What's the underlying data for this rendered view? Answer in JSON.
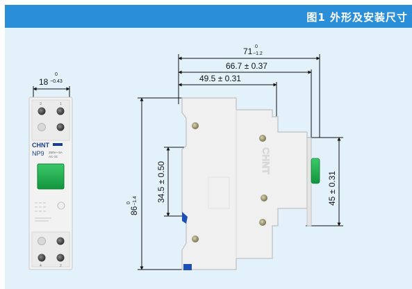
{
  "header": {
    "title": "图1 外形及安装尺寸",
    "bg_color": "#2a8fd8",
    "panel_color": "#e3f1fb"
  },
  "front_view": {
    "width_dim": {
      "value": "18",
      "tol_upper": "0",
      "tol_lower": "−0.43"
    },
    "brand_label": "CHNT",
    "model_label": "NP9",
    "rating_line1": "250V~ 6A",
    "rating_line2": "AC-15",
    "terminal_numbers": [
      "3",
      "1",
      "4",
      "2"
    ],
    "button_color": "#1db34f"
  },
  "side_view": {
    "overall_width": {
      "value": "71",
      "tol_upper": "0",
      "tol_lower": "−1.2"
    },
    "width_667": "66.7 ± 0.37",
    "width_495": "49.5 ± 0.31",
    "height_86": {
      "value": "86",
      "tol_upper": "0",
      "tol_lower": "−1.4"
    },
    "height_345": "34.5 ± 0.50",
    "height_45": "45 ± 0.31",
    "side_brand": "CHNT"
  }
}
